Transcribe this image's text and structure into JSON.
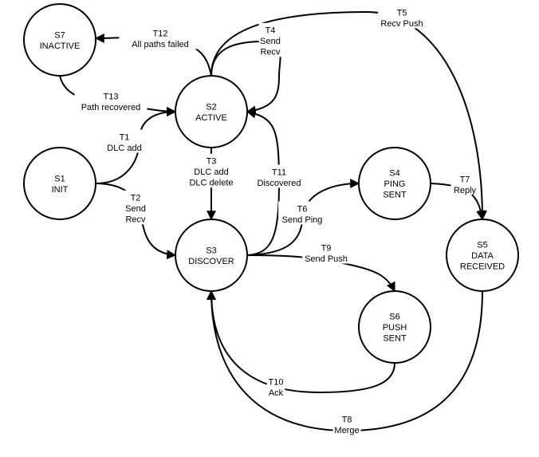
{
  "states": [
    {
      "id": "S1",
      "lines": [
        "S1",
        "INIT"
      ]
    },
    {
      "id": "S2",
      "lines": [
        "S2",
        "ACTIVE"
      ]
    },
    {
      "id": "S3",
      "lines": [
        "S3",
        "DISCOVER"
      ]
    },
    {
      "id": "S4",
      "lines": [
        "S4",
        "PING",
        "SENT"
      ]
    },
    {
      "id": "S5",
      "lines": [
        "S5",
        "DATA",
        "RECEIVED"
      ]
    },
    {
      "id": "S6",
      "lines": [
        "S6",
        "PUSH",
        "SENT"
      ]
    },
    {
      "id": "S7",
      "lines": [
        "S7",
        "INACTIVE"
      ]
    }
  ],
  "transitions": [
    {
      "id": "T1",
      "from": "S1",
      "to": "S2",
      "lines": [
        "T1",
        "DLC add"
      ]
    },
    {
      "id": "T2",
      "from": "S1",
      "to": "S3",
      "lines": [
        "T2",
        "Send",
        "Recv"
      ]
    },
    {
      "id": "T3",
      "from": "S2",
      "to": "S3",
      "lines": [
        "T3",
        "DLC add",
        "DLC delete"
      ]
    },
    {
      "id": "T4",
      "from": "S2",
      "to": "S2",
      "lines": [
        "T4",
        "Send",
        "Recv"
      ]
    },
    {
      "id": "T5",
      "from": "S2",
      "to": "S5",
      "lines": [
        "T5",
        "Recv Push"
      ]
    },
    {
      "id": "T6",
      "from": "S3",
      "to": "S4",
      "lines": [
        "T6",
        "Send Ping"
      ]
    },
    {
      "id": "T7",
      "from": "S4",
      "to": "S5",
      "lines": [
        "T7",
        "Reply"
      ]
    },
    {
      "id": "T8",
      "from": "S5",
      "to": "S3",
      "lines": [
        "T8",
        "Merge"
      ]
    },
    {
      "id": "T9",
      "from": "S3",
      "to": "S6",
      "lines": [
        "T9",
        "Send Push"
      ]
    },
    {
      "id": "T10",
      "from": "S6",
      "to": "S3",
      "lines": [
        "T10",
        "Ack"
      ]
    },
    {
      "id": "T11",
      "from": "S3",
      "to": "S2",
      "lines": [
        "T11",
        "Discovered"
      ]
    },
    {
      "id": "T12",
      "from": "S2",
      "to": "S7",
      "lines": [
        "T12",
        "All paths failed"
      ]
    },
    {
      "id": "T13",
      "from": "S7",
      "to": "S2",
      "lines": [
        "T13",
        "Path recovered"
      ]
    }
  ]
}
